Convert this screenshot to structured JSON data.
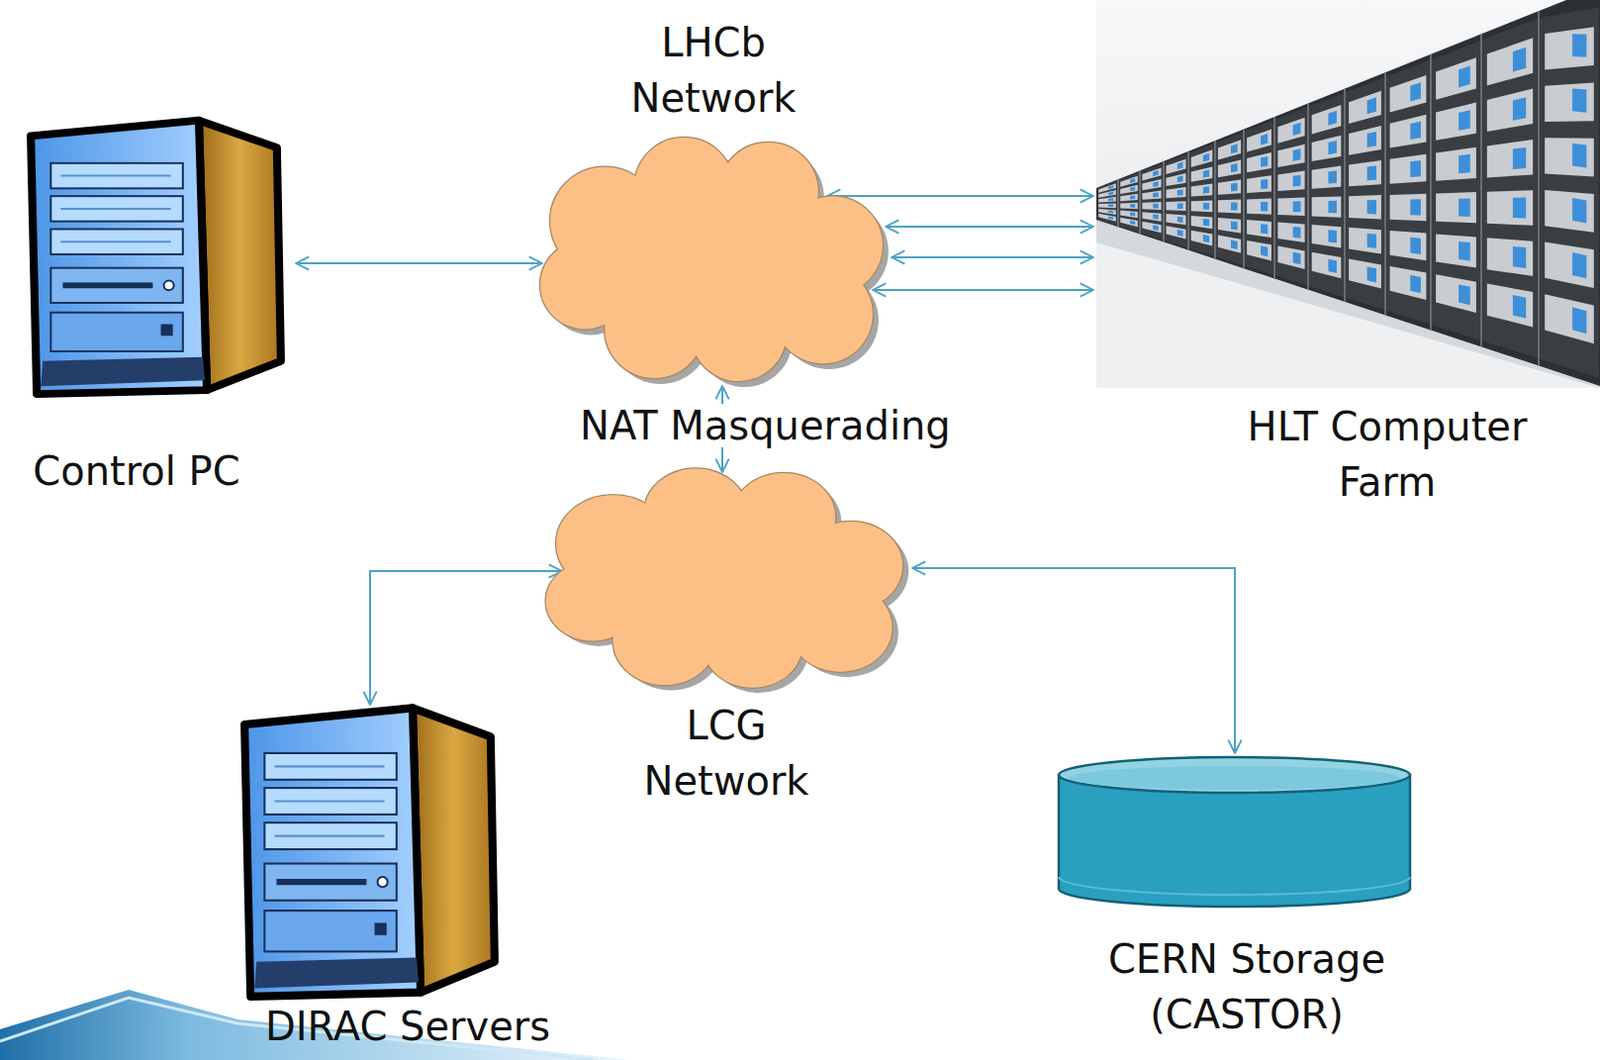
{
  "diagram": {
    "nodes": [
      {
        "text": [
          "Control PC"
        ]
      },
      {
        "text": [
          "LHCb Network"
        ]
      },
      {
        "text": [
          "HLT Computer Farm"
        ]
      },
      {
        "text": [
          "LCG Network"
        ]
      },
      {
        "text": [
          "DIRAC Servers"
        ]
      },
      {
        "text": [
          "CERN Storage (CASTOR)"
        ]
      }
    ],
    "edges": [
      {
        "from": 0,
        "to": 1,
        "arrow": "both"
      },
      {
        "from": 1,
        "to": 2,
        "arrow": "both"
      },
      {
        "from": 1,
        "to": 2,
        "arrow": "both"
      },
      {
        "from": 1,
        "to": 2,
        "arrow": "both"
      },
      {
        "from": 1,
        "to": 2,
        "arrow": "both"
      },
      {
        "from": 1,
        "to": 3,
        "arrow": "both"
      },
      {
        "from": 3,
        "to": 4,
        "arrow": "both"
      },
      {
        "from": 3,
        "to": 5,
        "arrow": "both"
      }
    ],
    "labels": [
      "NAT Masquerading"
    ]
  }
}
